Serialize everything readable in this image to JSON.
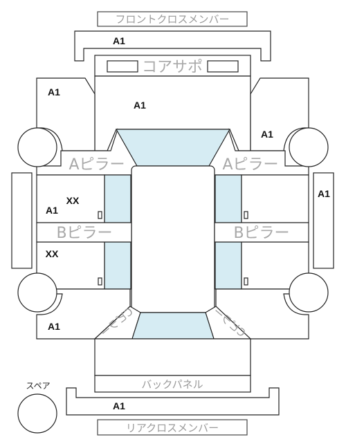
{
  "labels": {
    "front_cross_member": "フロントクロスメンバー",
    "core_support": "コアサポ",
    "a_pillar": "Aピラー",
    "b_pillar": "Bピラー",
    "c_pillar": "Cピラー",
    "back_panel": "バックパネル",
    "rear_cross_member": "リアクロスメンバー",
    "spare": "スペア"
  },
  "codes": {
    "front_cross_member": "A1",
    "core_support": "A1",
    "front_left_fender": "A1",
    "front_right_fender": "A1",
    "right_side": "A1",
    "left_front_door": "A1",
    "left_front_door_extra": "XX",
    "left_rear_door": "XX",
    "left_rear_fender": "A1",
    "rear_cross_member": "A1"
  }
}
